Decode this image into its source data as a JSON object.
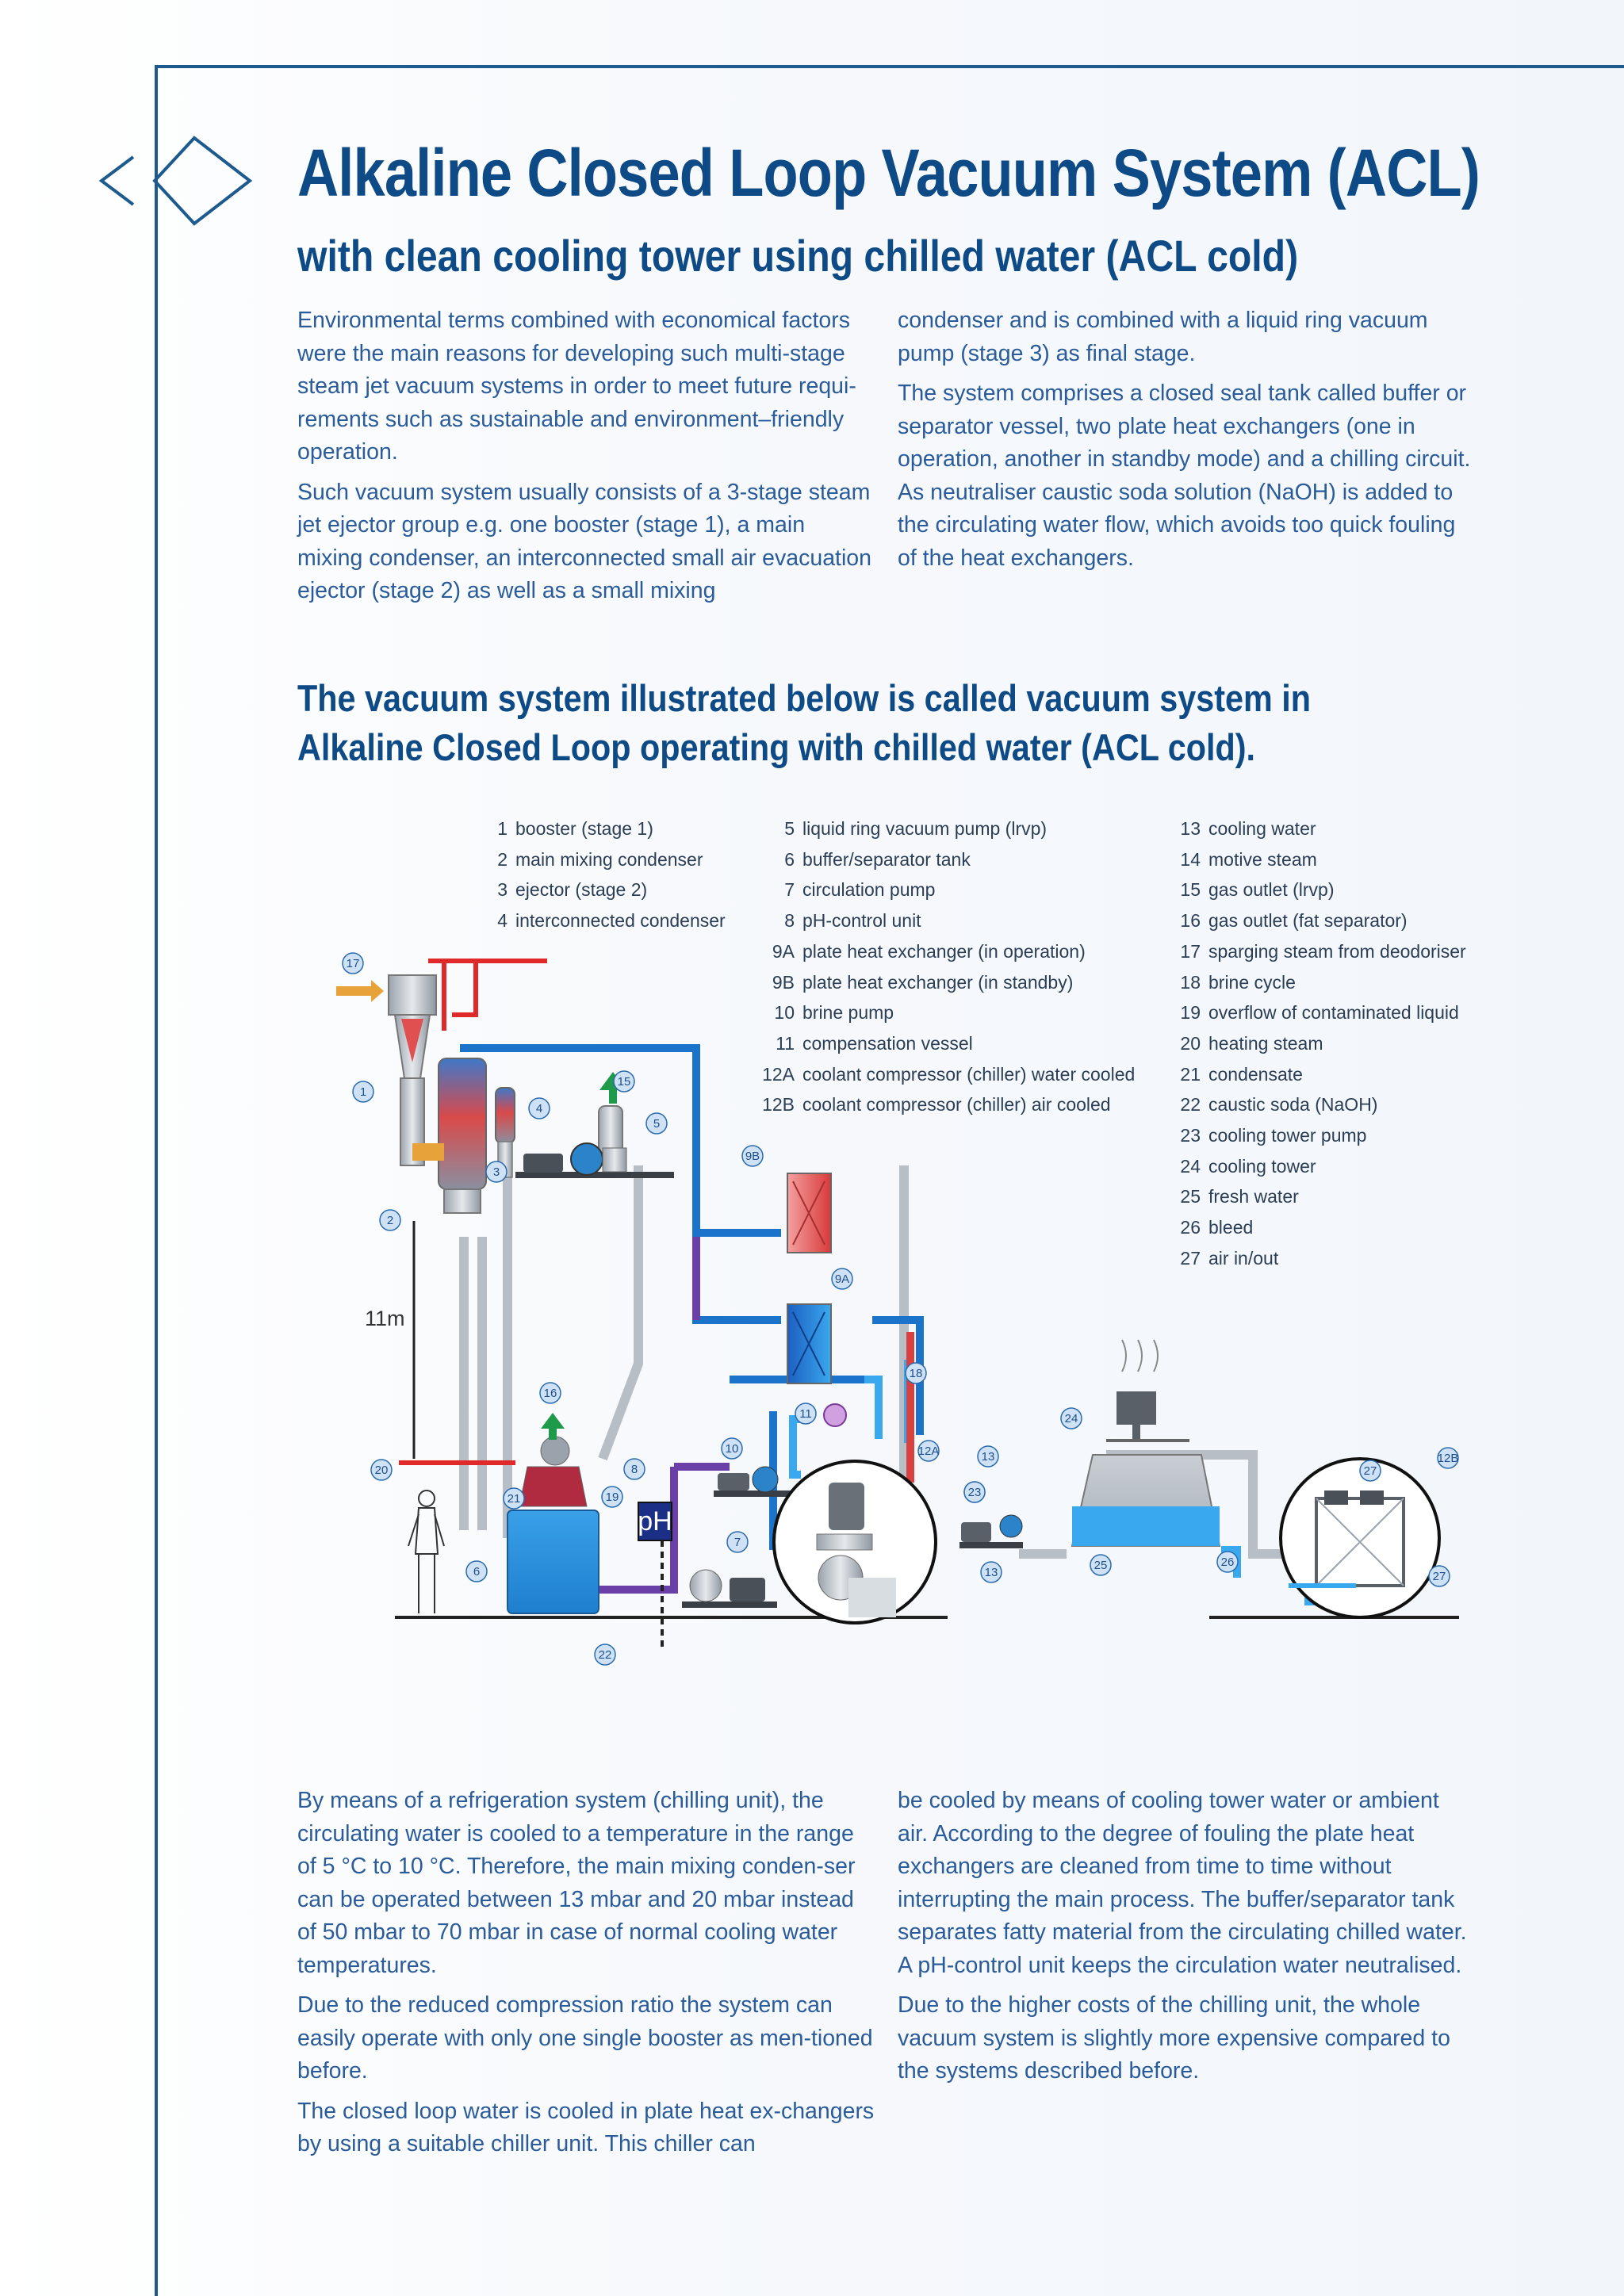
{
  "title": "Alkaline Closed Loop Vacuum System (ACL)",
  "subtitle": "with clean cooling tower using chilled water (ACL cold)",
  "intro": {
    "left": [
      "Environmental terms combined with economical factors were the main reasons for developing such multi-stage steam jet vacuum systems in order to meet future requi-rements such as sustainable and environment–friendly operation.",
      "Such vacuum system usually consists of a 3-stage steam jet ejector group e.g. one booster (stage 1), a main mixing condenser, an interconnected small air evacuation ejector (stage 2) as well as a small mixing"
    ],
    "right": [
      "condenser and is combined with a liquid ring vacuum pump (stage 3) as final stage.",
      "The system comprises a closed seal tank called buffer or separator vessel, two plate heat exchangers (one in operation, another in standby mode) and a chilling circuit. As neutraliser caustic soda solution (NaOH) is added to the circulating water flow, which avoids too quick fouling of the heat exchangers."
    ]
  },
  "section_heading": "The vacuum system illustrated below is called vacuum system in Alkaline Closed Loop operating with chilled water (ACL cold).",
  "legend": {
    "col1": [
      {
        "num": "1",
        "text": "booster (stage 1)"
      },
      {
        "num": "2",
        "text": "main mixing condenser"
      },
      {
        "num": "3",
        "text": "ejector (stage 2)"
      },
      {
        "num": "4",
        "text": "interconnected condenser"
      }
    ],
    "col2": [
      {
        "num": "5",
        "text": "liquid ring vacuum pump (lrvp)"
      },
      {
        "num": "6",
        "text": "buffer/separator tank"
      },
      {
        "num": "7",
        "text": "circulation pump"
      },
      {
        "num": "8",
        "text": "pH-control unit"
      },
      {
        "num": "9A",
        "text": "plate heat exchanger (in operation)"
      },
      {
        "num": "9B",
        "text": "plate heat exchanger (in standby)"
      },
      {
        "num": "10",
        "text": "brine pump"
      },
      {
        "num": "11",
        "text": "compensation vessel"
      },
      {
        "num": "12A",
        "text": "coolant compressor (chiller) water cooled"
      },
      {
        "num": "12B",
        "text": "coolant compressor (chiller) air cooled"
      }
    ],
    "col3": [
      {
        "num": "13",
        "text": "cooling water"
      },
      {
        "num": "14",
        "text": "motive steam"
      },
      {
        "num": "15",
        "text": "gas outlet (lrvp)"
      },
      {
        "num": "16",
        "text": "gas outlet (fat separator)"
      },
      {
        "num": "17",
        "text": "sparging steam from deodoriser"
      },
      {
        "num": "18",
        "text": "brine cycle"
      },
      {
        "num": "19",
        "text": "overflow of contaminated liquid"
      },
      {
        "num": "20",
        "text": "heating steam"
      },
      {
        "num": "21",
        "text": "condensate"
      },
      {
        "num": "22",
        "text": "caustic soda (NaOH)"
      },
      {
        "num": "23",
        "text": "cooling tower pump"
      },
      {
        "num": "24",
        "text": "cooling tower"
      },
      {
        "num": "25",
        "text": "fresh water"
      },
      {
        "num": "26",
        "text": "bleed"
      },
      {
        "num": "27",
        "text": "air in/out"
      }
    ]
  },
  "diagram": {
    "height_label": "11m",
    "ph_label": "pH",
    "callouts": [
      "1",
      "2",
      "3",
      "4",
      "5",
      "6",
      "7",
      "8",
      "9A",
      "9B",
      "10",
      "11",
      "12A",
      "12B",
      "13",
      "13",
      "13",
      "15",
      "16",
      "17",
      "18",
      "19",
      "20",
      "21",
      "22",
      "23",
      "24",
      "25",
      "26",
      "27",
      "27"
    ]
  },
  "outro": {
    "left": [
      "By means of a refrigeration system (chilling unit), the circulating water is cooled to a temperature in the range of 5 °C to 10 °C. Therefore, the main mixing conden-ser can be operated between 13 mbar and 20 mbar instead of 50 mbar to 70 mbar in case of normal cooling water temperatures.",
      "Due to the reduced compression ratio the system can easily operate with only one single booster as men-tioned before.",
      "The closed loop water is cooled in plate heat ex-changers by using a suitable chiller unit. This chiller can"
    ],
    "right": [
      "be cooled by means of cooling tower water or ambient air. According to the degree of fouling the plate heat exchangers are cleaned from time to time without interrupting the main process. The buffer/separator tank separates fatty material from the circulating chilled water. A pH-control unit keeps the circulation water neutralised.",
      "Due to the higher costs of the chilling unit, the whole vacuum system is slightly more expensive compared to the systems described before."
    ]
  },
  "colors": {
    "heading": "#0d4a86",
    "body_text": "#2a5b9a",
    "frame": "#1d5a8e",
    "steam_red": "#e02a2a",
    "water_blue": "#2a8fd8",
    "chilled_blue": "#1b74c9",
    "pipe_grey": "#b8bec6"
  }
}
